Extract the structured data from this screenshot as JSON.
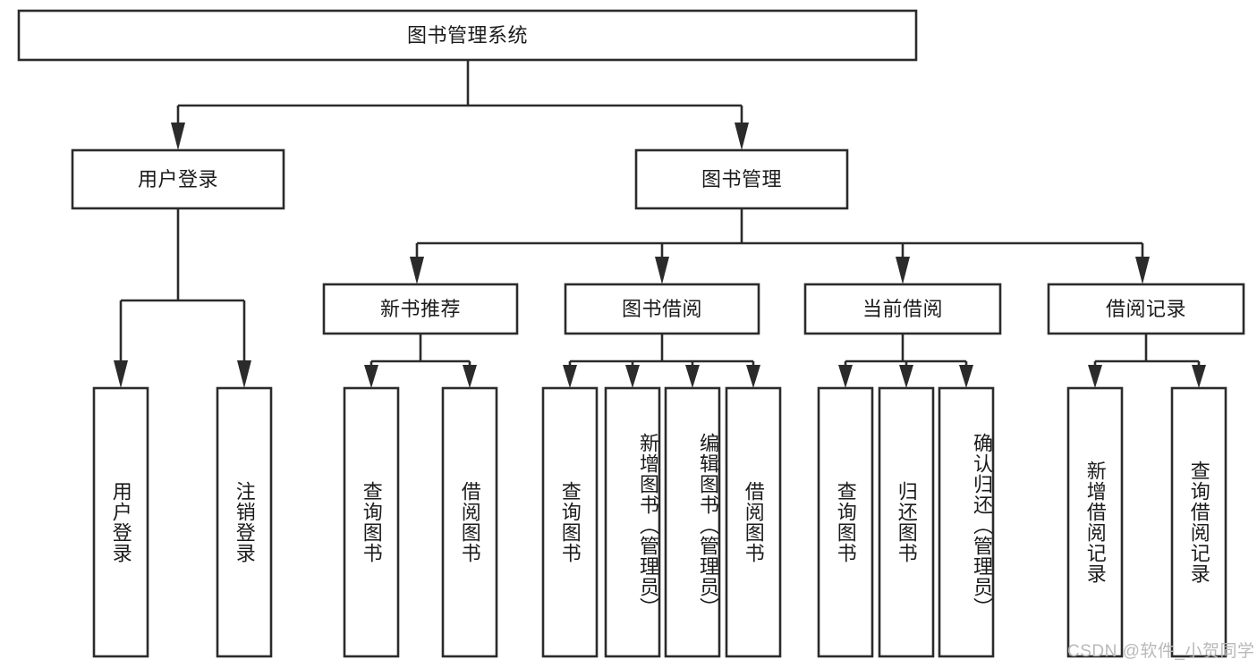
{
  "diagram": {
    "type": "hierarchy-tree",
    "title": "图书管理系统",
    "root": {
      "label": "图书管理系统"
    },
    "level1": [
      {
        "label": "用户登录"
      },
      {
        "label": "图书管理"
      }
    ],
    "level2": [
      {
        "label": "新书推荐"
      },
      {
        "label": "图书借阅"
      },
      {
        "label": "当前借阅"
      },
      {
        "label": "借阅记录"
      }
    ],
    "leaves": {
      "user_login": [
        {
          "label": "用户登录"
        },
        {
          "label": "注销登录"
        }
      ],
      "new_book_recommend": [
        {
          "label": "查询图书"
        },
        {
          "label": "借阅图书"
        }
      ],
      "book_borrow": [
        {
          "label": "查询图书"
        },
        {
          "label": "新增图书（管理员）"
        },
        {
          "label": "编辑图书（管理员）"
        },
        {
          "label": "借阅图书"
        }
      ],
      "current_borrow": [
        {
          "label": "查询图书"
        },
        {
          "label": "归还图书"
        },
        {
          "label": "确认归还（管理员）"
        }
      ],
      "borrow_record": [
        {
          "label": "新增借阅记录"
        },
        {
          "label": "查询借阅记录"
        }
      ]
    },
    "watermark": "CSDN @软件_小贺同学",
    "colors": {
      "stroke": "#2b2b2b",
      "fill": "#ffffff",
      "text": "#1b1b1b",
      "watermark": "#b9b9b9"
    }
  }
}
